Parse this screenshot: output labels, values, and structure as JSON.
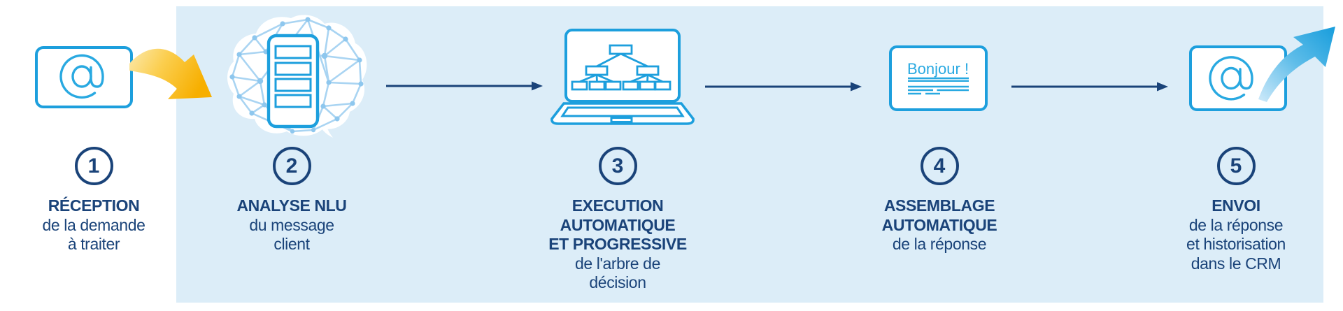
{
  "colors": {
    "navy": "#1a4379",
    "icon_blue": "#1d9fdd",
    "light_blue": "#29a9e1",
    "panel": "#dcedf8",
    "network_line": "#a9d4f2",
    "network_node": "#8ec7ee",
    "arrow_yellow": "#f7af00",
    "arrow_yellow_light": "#fbe9ad",
    "swoosh_blue": "#179ddc",
    "swoosh_blue_light": "#cfeafa"
  },
  "steps": [
    {
      "number": "1",
      "title": "RÉCEPTION",
      "subtitle": "de la demande\nà traiter",
      "icon": "email-at-icon"
    },
    {
      "number": "2",
      "title": "ANALYSE NLU",
      "subtitle": "du message\nclient",
      "icon": "nlu-brain-icon"
    },
    {
      "number": "3",
      "title": "EXECUTION\nAUTOMATIQUE\nET PROGRESSIVE",
      "subtitle": "de l'arbre de\ndécision",
      "icon": "laptop-decision-tree-icon"
    },
    {
      "number": "4",
      "title": "ASSEMBLAGE\nAUTOMATIQUE",
      "subtitle": "de la réponse",
      "icon": "response-card-icon"
    },
    {
      "number": "5",
      "title": "ENVOI",
      "subtitle": "de la réponse\net historisation\ndans le CRM",
      "icon": "email-send-icon"
    }
  ],
  "card": {
    "greeting": "Bonjour !"
  },
  "connectors": {
    "step1_to_step2": "yellow-curved-arrow",
    "step2_to_step3": "straight-arrow",
    "step3_to_step4": "straight-arrow",
    "step4_to_step5": "straight-arrow",
    "send_out": "blue-swoosh-arrow"
  }
}
